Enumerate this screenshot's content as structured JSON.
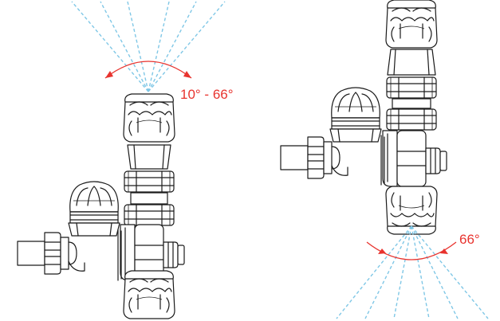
{
  "diagrams": [
    {
      "id": "left",
      "angle_label": "10° - 66°",
      "spray_direction": "up"
    },
    {
      "id": "right",
      "angle_label": "66°",
      "spray_direction": "down"
    }
  ],
  "colors": {
    "spray": "#7fc7e6",
    "arc": "#e8332e",
    "label": "#e8332e",
    "line": "#1a1a1a"
  },
  "icons": {
    "valve": "thermostatic-valve-body",
    "head": "sensor-cap",
    "arrow": "angle-arrowhead"
  }
}
